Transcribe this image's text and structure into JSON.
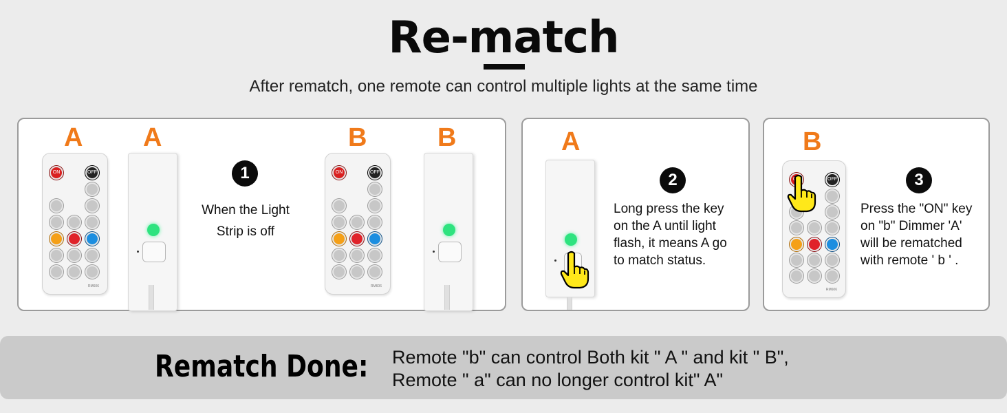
{
  "header": {
    "title": "Re-match",
    "subtitle": "After rematch, one remote can control multiple lights at the same time"
  },
  "panel1": {
    "labels": [
      "A",
      "A",
      "B",
      "B"
    ],
    "step_number": "1",
    "step_text_line1": "When the Light",
    "step_text_line2": "Strip is off"
  },
  "panel2": {
    "label": "A",
    "step_number": "2",
    "step_text_line1": "Long press the key",
    "step_text_line2": "on the A until light",
    "step_text_line3": "flash, it means A go",
    "step_text_line4": "to match status."
  },
  "panel3": {
    "label": "B",
    "step_number": "3",
    "step_text_line1": "Press the \"ON\" key",
    "step_text_line2": "on \"b\" Dimmer 'A'",
    "step_text_line3": "will be rematched",
    "step_text_line4": "with remote ' b ' ."
  },
  "remote": {
    "on_label": "ON",
    "off_label": "OFF",
    "brand": "RM606"
  },
  "footer": {
    "done_label": "Rematch  Done:",
    "line1": "Remote \"b\" can control Both kit \" A \" and kit \" B\",",
    "line2": "Remote \" a\" can no longer control kit\" A\""
  },
  "colors": {
    "accent_orange": "#f07a1a",
    "led_green": "#2ee37f",
    "hand_yellow": "#ffe81a"
  },
  "icons": [
    "power-on-icon",
    "power-off-icon",
    "pointing-hand-icon"
  ]
}
